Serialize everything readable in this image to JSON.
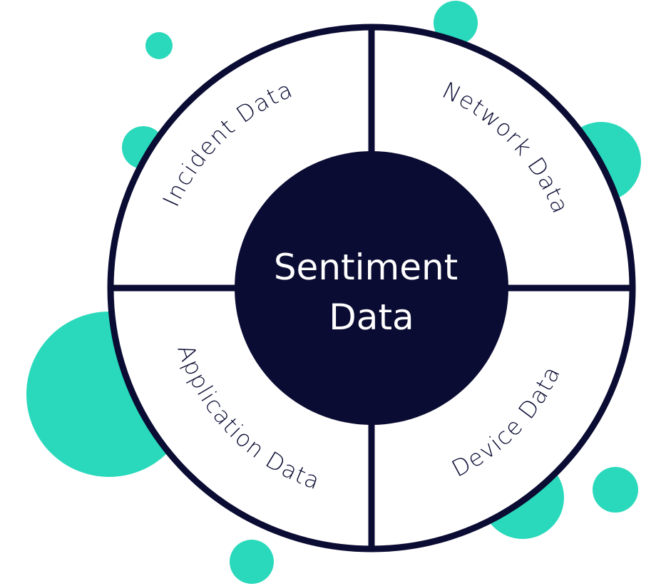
{
  "colors": {
    "navy": "#0b0c33",
    "teal": "#2ad9bb",
    "white": "#ffffff"
  },
  "center": {
    "line1": "Sentiment",
    "line2": "Data"
  },
  "quadrants": {
    "top_left": "Incident Data",
    "top_right": "Network Data",
    "bottom_right": "Device Data",
    "bottom_left": "Application Data"
  }
}
